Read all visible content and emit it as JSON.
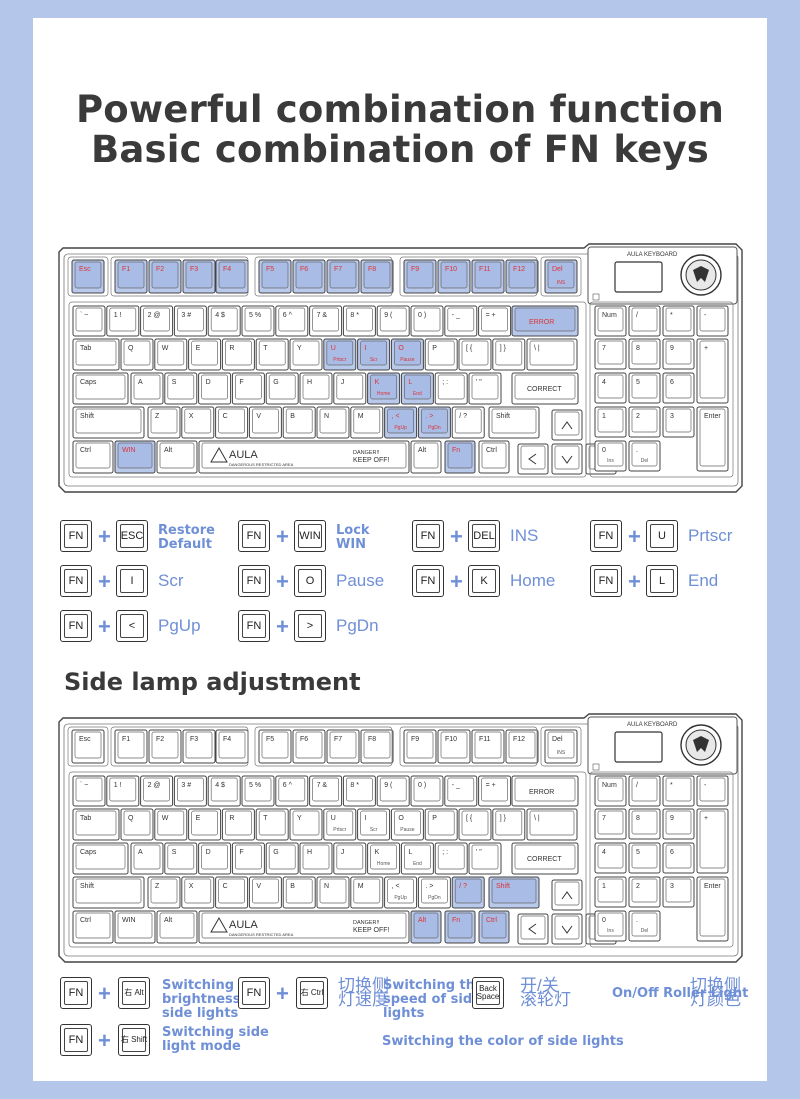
{
  "heading": {
    "line1": "Powerful combination function",
    "line2": "Basic combination of FN keys"
  },
  "section2_title": "Side lamp adjustment",
  "keyboard": {
    "brand": "AULA KEYBOARD",
    "logo_text": "AULA",
    "logo_sub": "DANGEROUS RESTRICTED AREA",
    "danger": "DANGER!!",
    "keep_off": "KEEP OFF!",
    "error_text": "ERROR",
    "correct_text": "CORRECT",
    "fn_row": [
      "Esc",
      "F1",
      "F2",
      "F3",
      "F4",
      "F5",
      "F6",
      "F7",
      "F8",
      "F9",
      "F10",
      "F11",
      "F12",
      "Del"
    ],
    "fn_sub": [
      "",
      "",
      "",
      "",
      "",
      "",
      "",
      "",
      "",
      "",
      "",
      "",
      "",
      "INS"
    ],
    "num_row": [
      "` ~",
      "1 !",
      "2 @",
      "3 #",
      "4 $",
      "5 %",
      "6 ^",
      "7 &",
      "8 *",
      "9 (",
      "0 )",
      "- _",
      "= +"
    ],
    "q_row": [
      "Tab",
      "Q",
      "W",
      "E",
      "R",
      "T",
      "Y",
      "U",
      "I",
      "O",
      "P",
      "[ {",
      "] }"
    ],
    "a_row": [
      "Caps",
      "A",
      "S",
      "D",
      "F",
      "G",
      "H",
      "J",
      "K",
      "L",
      "; :",
      "' \""
    ],
    "z_row": [
      "Shift",
      "Z",
      "X",
      "C",
      "V",
      "B",
      "N",
      "M",
      ", <",
      ". >",
      "/ ?",
      "Shift"
    ],
    "b_row": [
      "Ctrl",
      "WIN",
      "Alt",
      "",
      "Alt",
      "Fn",
      "Ctrl"
    ],
    "u_sub": "Prtscr",
    "i_sub": "Scr",
    "o_sub": "Pause",
    "k_sub": "Home",
    "l_sub": "End",
    "comma_sub": "PgUp",
    "period_sub": "PgDn",
    "numpad": [
      [
        "Num",
        "/",
        "*",
        "-"
      ],
      [
        "7",
        "8",
        "9",
        "+"
      ],
      [
        "4",
        "5",
        "6"
      ],
      [
        "1",
        "2",
        "3",
        "Enter"
      ],
      [
        "0",
        "."
      ]
    ],
    "np_ins": "Ins",
    "np_del": "Del"
  },
  "combos1": [
    {
      "k1": "FN",
      "k2": "ESC",
      "text": [
        "Restore",
        "Default"
      ]
    },
    {
      "k1": "FN",
      "k2": "WIN",
      "text": [
        "Lock",
        "WIN"
      ]
    },
    {
      "k1": "FN",
      "k2": "DEL",
      "text": [
        "INS"
      ]
    },
    {
      "k1": "FN",
      "k2": "U",
      "text": [
        "Prtscr"
      ]
    },
    {
      "k1": "FN",
      "k2": "I",
      "text": [
        "Scr"
      ]
    },
    {
      "k1": "FN",
      "k2": "O",
      "text": [
        "Pause"
      ]
    },
    {
      "k1": "FN",
      "k2": "K",
      "text": [
        "Home"
      ]
    },
    {
      "k1": "FN",
      "k2": "L",
      "text": [
        "End"
      ]
    },
    {
      "k1": "FN",
      "k2": "<",
      "text": [
        "PgUp"
      ]
    },
    {
      "k1": "FN",
      "k2": ">",
      "text": [
        "PgDn"
      ]
    }
  ],
  "combos2": {
    "a_keys": [
      "FN",
      "右 Alt"
    ],
    "a_text": [
      "Switching the",
      "brightness of",
      "side lights"
    ],
    "b_keys": [
      "FN",
      "右 Ctrl"
    ],
    "b_cn": [
      "切换侧",
      "灯速度"
    ],
    "b_text": [
      "Switching the",
      "speed of side",
      "lights"
    ],
    "c_keys": [
      "Back Space"
    ],
    "c_cn": [
      "开/关",
      "滚轮灯"
    ],
    "d_text": "On/Off Roller Light",
    "d_cn": [
      "切换侧",
      "灯颜色"
    ],
    "e_keys": [
      "FN",
      "右 Shift"
    ],
    "e_text": [
      "Switching side",
      "light mode"
    ],
    "f_text": "Switching the color of side lights"
  }
}
